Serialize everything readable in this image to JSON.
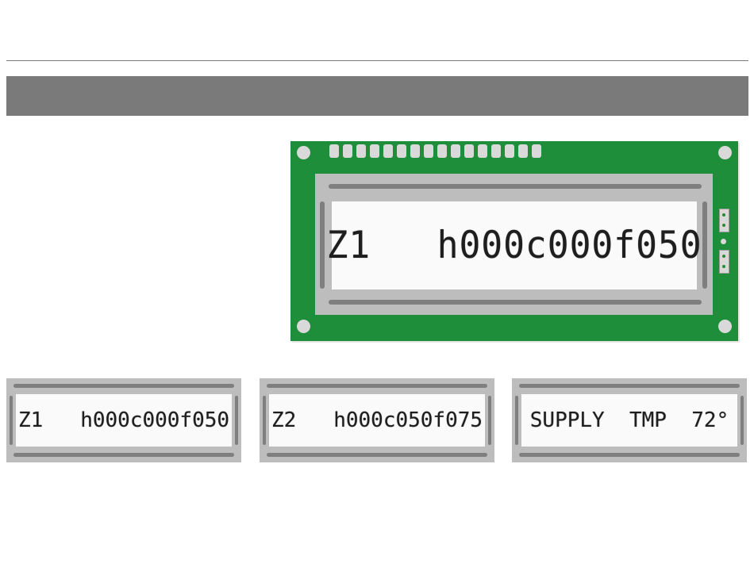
{
  "main_display": {
    "text": "Z1   h000c000f050"
  },
  "small_displays": [
    {
      "text": "Z1   h000c000f050"
    },
    {
      "text": "Z2   h000c050f075"
    },
    {
      "text": "SUPPLY  TMP  72°"
    }
  ],
  "colors": {
    "pcb": "#1f8e3b",
    "bezel": "#bdbdbd",
    "rail": "#7f7f7f",
    "screen": "#fafafa",
    "title_bar": "#7a7a7a"
  }
}
